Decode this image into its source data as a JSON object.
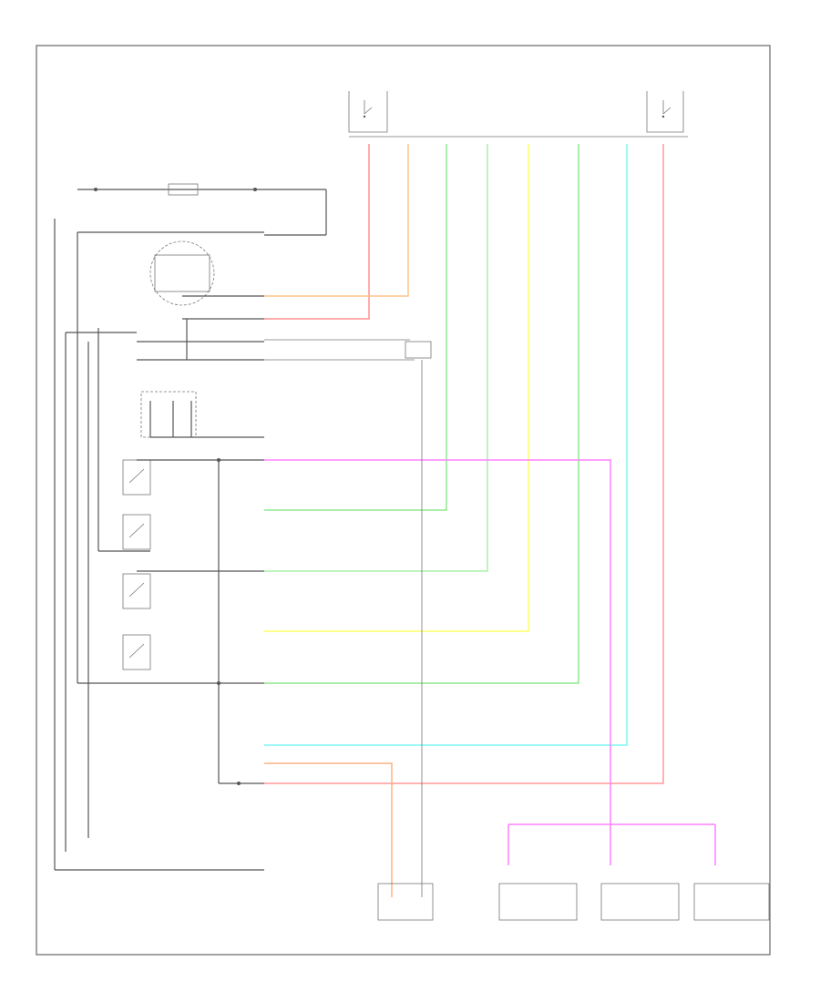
{
  "title": "",
  "footer_code": "",
  "colors": {
    "red": "#ff9090",
    "orange": "#ffc48a",
    "green": "#8ee88e",
    "light_green": "#a8f0a8",
    "yellow": "#ffff66",
    "cyan": "#7ff5f5",
    "magenta": "#ff80ff",
    "pink": "#ff9999",
    "tan": "#ffb080",
    "gray": "#555555"
  },
  "wires": [
    {
      "name": "red-wire",
      "color": "red"
    },
    {
      "name": "orange-wire",
      "color": "orange"
    },
    {
      "name": "green-wire",
      "color": "green"
    },
    {
      "name": "light-green-wire",
      "color": "light_green"
    },
    {
      "name": "yellow-wire",
      "color": "yellow"
    },
    {
      "name": "cyan-wire",
      "color": "cyan"
    },
    {
      "name": "magenta-wire",
      "color": "magenta"
    },
    {
      "name": "pink-wire",
      "color": "pink"
    },
    {
      "name": "tan-wire",
      "color": "tan"
    }
  ]
}
